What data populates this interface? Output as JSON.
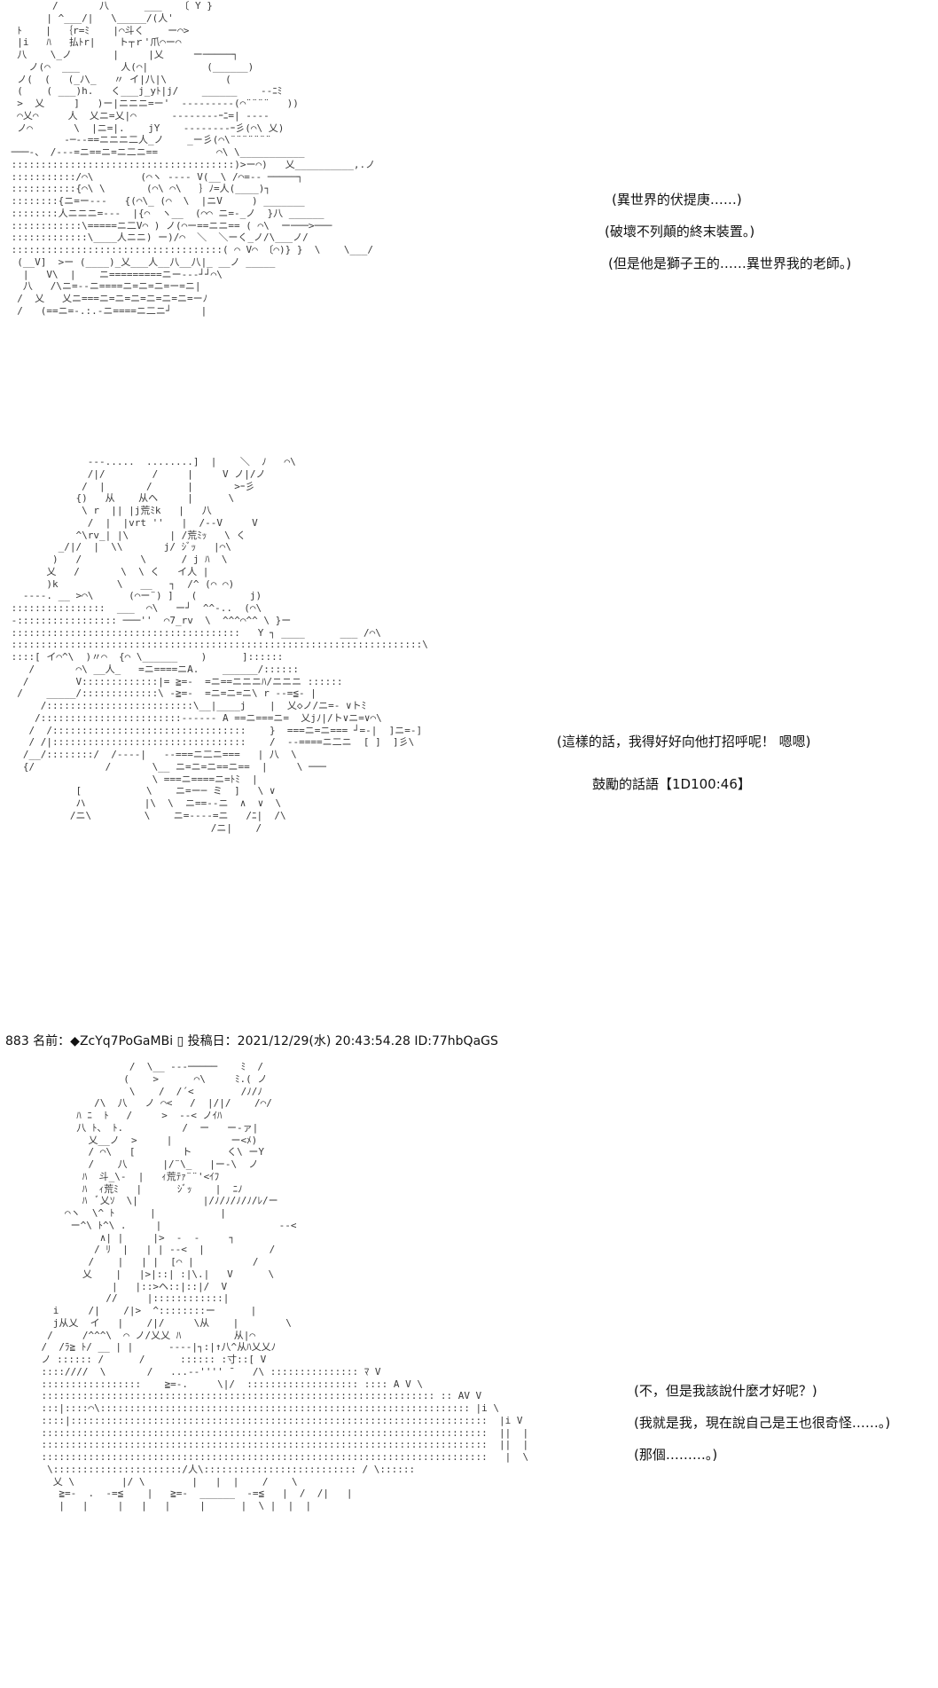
{
  "panel1": {
    "ascii_art": "        /       八      ___   〔 Y }\n       | ^___/|   \\_____/(人'\n  ﾄ    |  ｛r=ﾐ    |⌒斗く    ー⌒>\n  |i   ﾊ   払ﾄr|    ト┬ｒ'爪⌒ー⌒\n  八    \\_ノ       |     |乂     ー─────┐\n    ノ(⌒  ___       人(⌒|          (______)\n  ノ(  (   (_ﾉ\\_   〃 イ|八|\\          (\n  (    ( ___)h.   く___j_yﾄ|j/    ______    --ﾆﾐ\n  >  乂     ]   )ー|ニニニ=ー'  ‐‐‐‐‐‐‐‐‐(⌒¨¨¨¨   ))\n  ⌒乂⌒     人  乂ニ=乂|⌒      ‐‐‐‐‐‐‐‐ｰﾆ=| ‐‐‐‐\n  ノ⌒       \\  |ニ=|.    jY    ‐‐‐‐‐‐‐‐ｰ彡(⌒\\ 乂)\n          -─--==ニニニ二人_ノ    _ー彡(⌒\\¨¨¨¨¨¨¨\n ───-、 /‐--=ニ==ニ=ニ二ニ==          ⌒\\ \\___________\n ::::::::::::::::::::::::::::::::::::::)>ー⌒)   乂__________,.ノ\n :::::::::::/⌒\\        (⌒ヽ ‐‐‐‐ V(__\\ /⌒=-- ─────┐\n :::::::::::{⌒\\ \\       (⌒\\ ⌒\\   ｝ﾉ=人(____)┐\n ::::::::{ニ=ー‐‐‐   {(⌒\\_ (⌒  \\  |ニV     ) _______\n ::::::::人ニニニ=‐‐‐  |{⌒  ヽ__  (⌒⌒ ニ=-_ノ  }八 ______\n ::::::::::::\\=====ニ二V⌒ ) ノ(⌒ー==ニニ== ( ⌒\\  ー───>───\n :::::::::::::\\____人ニニ) ー)/⌒  ＼  ＼ーく_ノ/\\___ノ/\n ::::::::::::::::::::::::::::::::::::( ⌒ V⌒ 〔⌒)} }  \\    \\___/\n  (__V]  >ー (____)_乂___人__八__八|_ __ノ _____\n   |   V\\  |    ニ=========ニー---┘┘⌒\\\n   八   /\\ニ=--ニ====ニ=ニ=ニ=ー=ニ|\n  /  乂   乂ニ===ニ=ニ=ニ=ニ=ニ=ニ=ーﾉ\n  /   (==ニ=-.:.-ニ====ニ二ニ┘     |",
    "dialogue": [
      "(異世界的伏提庚……)",
      "(破壞不列顛的終末裝置。)",
      "(但是他是獅子王的……異世界我的老師。)"
    ]
  },
  "panel2": {
    "ascii_art": "              ---.....  ........]  |    ＼  ﾉ   ⌒\\\n              /|/        /     |     V ノ|/ノ\n             /  |       /      |       >ｰ彡\n            {)   从    从ヘ     |      \\\n             \\ r  || |j荒ﾐk   |   八\n              /  |  |vrt ''   |  /‐‐V     V\n            ^\\rv_| |\\       | /荒ﾐｯ   \\ く\n         _/|/  |  \\\\       j/ ｼﾞｯ   |⌒\\\n        )   /          \\      / j ﾊ  \\\n       乂   /       \\  \\ く   イ人 |\n       )k          \\   __   ┐  /^ (⌒ ⌒)\n   ‐‐‐‐. __ >⌒\\      (⌒ー¨) ]   (         j)\n ::::::::::::::::  ___  ⌒\\   ー┘  ^^-..  (⌒\\\n -::::::::::::::::: ───''  ⌒7_rv  \\  ^^^⌒^^ \\ }ー\n :::::::::::::::::::::::::::::::::::::::   Y ┐ ____      ___ /⌒\\\n ::::::::::::::::::::::::::::::::::::::::::::::::::::::::::::::::::::::\\\n ::::[ イ⌒^\\  )〃⌒  {⌒ \\______    )      ]::::::\n    /       ⌒\\ __人_   =ニ====ニA.    ______/::::::\n   /        V:::::::::::::|= ≧=-  =ニ==ニニニﾊ/ニニニ ::::::\n  /    _____/:::::::::::::\\ ‐≧=-  =ニ=ニ=ニ\\ r ‐‐=≦‐ |\n      /:::::::::::::::::::::::::\\__|____j    |  乂◇ノ/ニ=- ∨トﾐ\n     /::::::::::::::::::::::::‐‐‐‐‐‐ A ==ニ===ニ=  乂jﾉ|/ト∨ニ=∨⌒\\\n    /  /:::::::::::::::::::::::::::::::::    }  ===ニ=ニ=== ┘=-|  ]ニ=-]\n    / /|:::::::::::::::::::::::::::::::::    /  ‐‐====ニ二ニ  [ ]  ]彡\\\n   /__/::::::::/  /‐‐‐‐|   ‐‐===ニ二ニ===   | 八  \\\n   {/            /       \\__ ニ=ニ=ニ==ニ==  |     \\ ───\n                         \\ ===ニ====ニ=ﾄﾐ  |\n            [           \\    ニ=ー─ ミ  ]   \\ ∨\n            ハ          |\\  \\  ニ==--ニ  ∧  ∨  \\\n           /ニ\\         \\    ニ=----=ニ   /ﾆ|  /\\\n                                   /ニ|    /",
    "dialogue": "(這樣的話，我得好好向他打招呼呢！ 嗯嗯)",
    "dice": "鼓勵的話語【1D100:46】"
  },
  "post_header": "883 名前：◆ZcYq7PoGaMBi ▯ 投稿日：2021/12/29(水) 20:43:54.28 ID:77hbQaGS",
  "panel3": {
    "ascii_art": "                   /  \\__ -‐‐─────    ﾐ  /\n                  (    >      ⌒\\     ﾐ.( ノ\n                   \\    /  /´<        /ﾉ/ﾉ\n             /\\  八   ノ ⌒<   /  |/|/    /⌒/\n          ﾊ ﾆ  ﾄ   /     >  ‐‐< ノｲﾊ\n          八 ﾄ、 ﾄ.          /  ー   ー‐ァ|\n            乂__ノ  >     |          ー<ﾒ)\n            / ⌒\\   [        ト      く\\ ーY\n            /    八      |/¨\\_   |ー‐\\  ノ\n           ﾊ  斗_\\‐  |   ｨ荒ﾃｧ¨¨'<ｲﾌ\n           ﾊ  ｨ荒ﾐ   |      ｼﾞｯ    |  ﾆﾉ\n           ﾊ  ﾞ乂ｿ  \\|           |/ﾉ/ﾉ/ﾉ/ﾉ/ﾚ/ー\n        ⌒ヽ  \\^ ﾄ      |           |\n         ー^\\ ﾄ^\\ .     |                    ‐‐<\n              ∧| |     |>  -  -     ┐\n             / ﾘ  |   | | ‐‐<  |           /\n            /    |   | |  [⌒ |          /\n           乂    |   |>|::| :|\\.|   V      \\\n                |   |::>ヘ::|::|/  V\n               //     |::::::::::::|\n      i     /|    /|>  ^::::::::ー      |\n      j从乂  イ   |    /|/     \\从    |        \\\n     /     /^^^\\  ⌒ ノ/乂乂 ﾊ         从|⌒\n    /  /ﾗ≧ ﾄ/ __ | |      ‐‐‐‐|┐:|↑八^从ﾊ乂乂ﾉ\n    ノ :::::: /      /      :::::: :寸::[ V\n    ::::////  \\       /   ...-‐'''' ̄    /\\ ::::::::::::::: ﾏ V\n    :::::::::::::::::    ≧=-.     \\|/  ::::::::::::::::::: :::: A V \\\n    ::::::::::::::::::::::::::::::::::::::::::::::::::::::::::::::::::: :: AV V\n    :::|::::⌒\\::::::::::::::::::::::::::::::::::::::::::::::::::::::::::::::: |i \\\n    ::::|:::::::::::::::::::::::::::::::::::::::::::::::::::::::::::::::::::::::  |i V\n    ::::::::::::::::::::::::::::::::::::::::::::::::::::::::::::::::::::::::::::  ||  |\n    ::::::::::::::::::::::::::::::::::::::::::::::::::::::::::::::::::::::::::::  ||  |\n    ::::::::::::::::::::::::::::::::::::::::::::::::::::::::::::::::::::::::::::   |  \\\n     \\::::::::::::::::::::::/人\\:::::::::::::::::::::::::: / \\::::::\n      乂 \\        |/ \\        |   |  |    /    \\\n       ≧=‐  .  ‐=≦    |   ≧=‐  ______  ‐=≦   |  /  /|   |\n       |   |     |   |   |     |      |  \\ |  |  |",
    "dialogue": [
      "(不，但是我該說什麼才好呢？)",
      "(我就是我，現在說自己是王也很奇怪……。)",
      "(那個………。)"
    ]
  }
}
